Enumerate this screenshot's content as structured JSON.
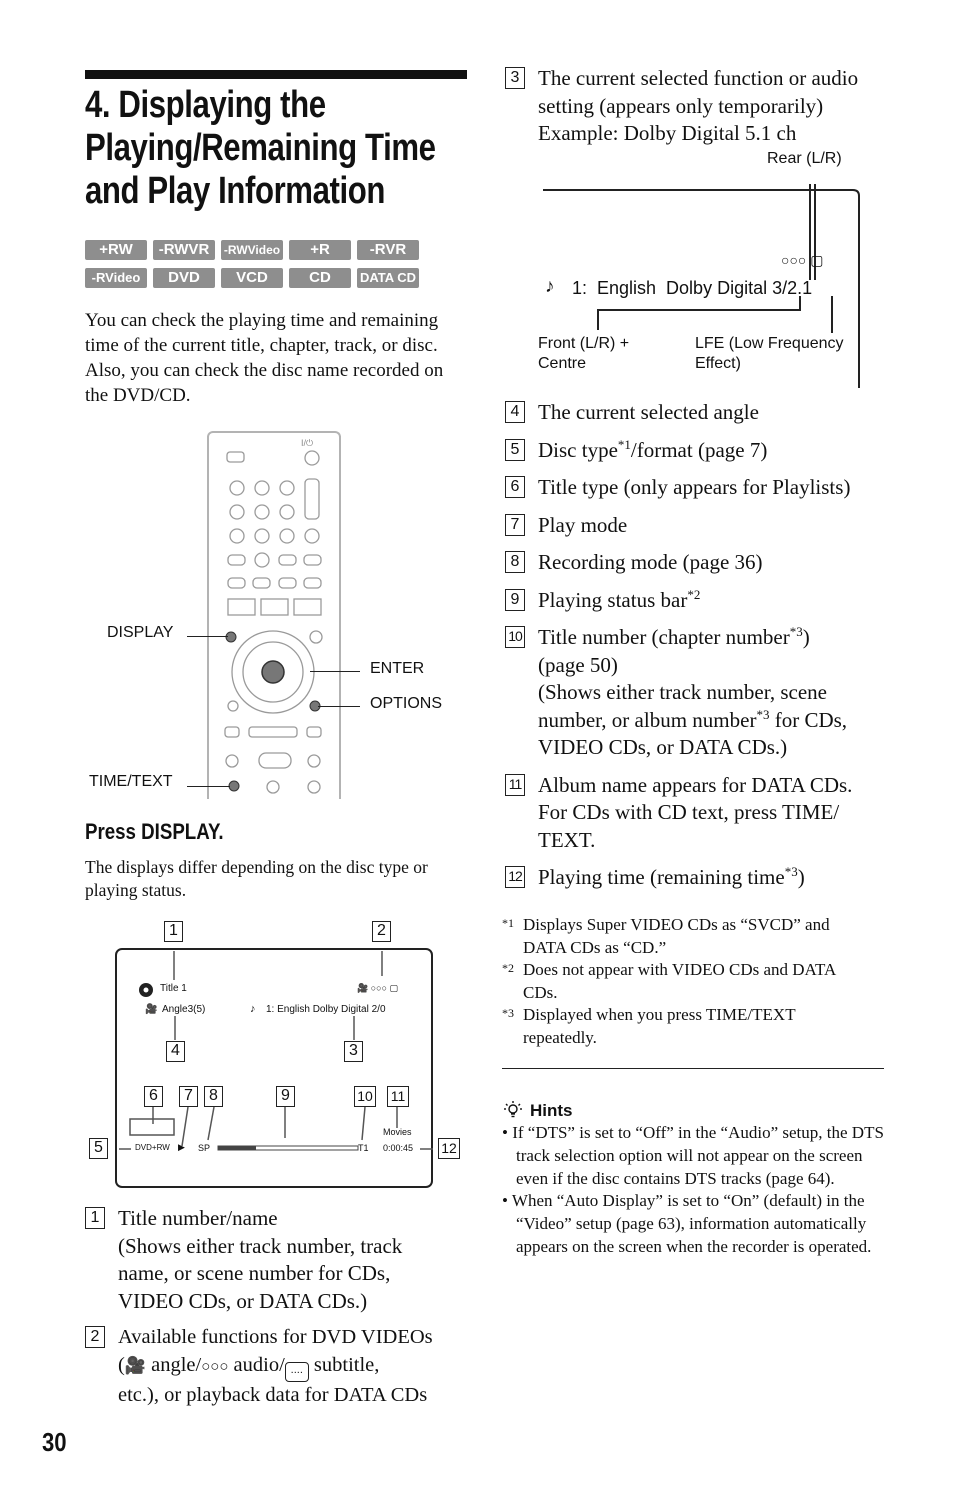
{
  "heading": {
    "line1": "4. Displaying the",
    "line2": "Playing/Remaining Time",
    "line3": "and Play Information"
  },
  "disc_badges": [
    "+RW",
    "-RWVR",
    "-RWVideo",
    "+R",
    "-RVR",
    "-RVideo",
    "DVD",
    "VCD",
    "CD",
    "DATA CD"
  ],
  "intro_text": "You can check the playing time and remaining time of the current title, chapter, track, or disc. Also, you can check the disc name recorded on the DVD/CD.",
  "remote_labels": {
    "display": "DISPLAY",
    "enter": "ENTER",
    "options": "OPTIONS",
    "time_text": "TIME/TEXT",
    "power": "I/⏻"
  },
  "press_display": "Press DISPLAY.",
  "differ_text": "The displays differ depending on the disc type or playing status.",
  "osd": {
    "callouts": [
      "1",
      "2",
      "3",
      "4",
      "5",
      "6",
      "7",
      "8",
      "9",
      "10",
      "11",
      "12"
    ],
    "title": "Title 1",
    "angle": "Angle3(5)",
    "audio": "1:  English  Dolby Digital 2/0",
    "disc": "DVD+RW",
    "play_mark": "▶",
    "rec_mode": "SP",
    "title_number": "T1",
    "album": "Movies",
    "time": "0:00:45"
  },
  "list_left": [
    {
      "num": "1",
      "line1": "Title number/name",
      "line2": "(Shows either track number, track",
      "line3": "name, or scene number for CDs,",
      "line4": "VIDEO CDs, or DATA CDs.)"
    },
    {
      "num": "2",
      "line1": "Available functions for DVD VIDEOs",
      "line2a": "(",
      "line2b": " angle/",
      "line2c": " audio/",
      "line2d": " subtitle,",
      "line3": "etc.), or playback data for DATA CDs"
    }
  ],
  "list_right": {
    "item3": {
      "num": "3",
      "line1": "The current selected function or audio",
      "line2": "setting (appears only temporarily)",
      "line3": "Example: Dolby Digital 5.1 ch"
    },
    "diagram": {
      "rear": "Rear (L/R)",
      "track": "1:  English  Dolby Digital 3/2.1",
      "front": "Front (L/R) +",
      "centre": "Centre",
      "lfe": "LFE (Low Frequency",
      "lfe2": "Effect)"
    },
    "item4": {
      "num": "4",
      "text": "The current selected angle"
    },
    "item5": {
      "num": "5",
      "text_a": "Disc type",
      "sup": "*1",
      "text_b": "/format (page 7)"
    },
    "item6": {
      "num": "6",
      "text": "Title type (only appears for Playlists)"
    },
    "item7": {
      "num": "7",
      "text": "Play mode"
    },
    "item8": {
      "num": "8",
      "text": "Recording mode (page 36)"
    },
    "item9": {
      "num": "9",
      "text": "Playing status bar",
      "sup": "*2"
    },
    "item10": {
      "num": "10",
      "line1a": "Title number (chapter number",
      "sup": "*3",
      "line1b": ")",
      "line2": "(page 50)",
      "line3": "(Shows either track number, scene",
      "line4a": "number, or album number",
      "line4b": " for CDs,",
      "line5": "VIDEO CDs, or DATA CDs.)"
    },
    "item11": {
      "num": "11",
      "line1": "Album name appears for DATA CDs.",
      "line2": "For CDs with CD text, press TIME/",
      "line3": "TEXT."
    },
    "item12": {
      "num": "12",
      "text_a": "Playing time (remaining time",
      "sup": "*3",
      "text_b": ")"
    }
  },
  "footnotes": [
    {
      "mark": "*1",
      "line1": "Displays Super VIDEO CDs as “SVCD” and",
      "line2": "DATA CDs as “CD.”"
    },
    {
      "mark": "*2",
      "line1": "Does not appear with VIDEO CDs and DATA",
      "line2": "CDs."
    },
    {
      "mark": "*3",
      "line1": "Displayed when you press TIME/TEXT",
      "line2": "repeatedly."
    }
  ],
  "hints": {
    "title": "Hints",
    "items": [
      "If “DTS” is set to “Off” in the “Audio” setup, the DTS track selection option will not appear on the screen even if the disc contains DTS tracks (page 64).",
      "When “Auto Display” is set to “On” (default) in the “Video” setup (page 63), information automatically appears on the screen when the recorder is operated."
    ]
  },
  "page_number": "30"
}
